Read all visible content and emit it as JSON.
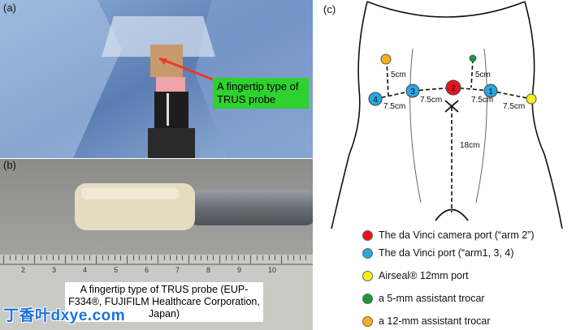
{
  "panels": {
    "a": {
      "label": "(a)",
      "callout": "A fingertip type of TRUS probe"
    },
    "b": {
      "label": "(b)",
      "caption": "A fingertip type of TRUS probe (EUP-F334®, FUJIFILM Healthcare Corporation, Japan)",
      "ruler_numbers": [
        "2",
        "3",
        "4",
        "5",
        "6",
        "7",
        "8",
        "9",
        "10"
      ]
    },
    "c": {
      "label": "(c)",
      "ports": [
        {
          "id": "4",
          "type": "da-vinci-port"
        },
        {
          "id": "3",
          "type": "da-vinci-port"
        },
        {
          "id": "2",
          "type": "camera-port"
        },
        {
          "id": "1",
          "type": "da-vinci-port"
        }
      ],
      "distances": {
        "port_4_to_3": "7.5cm",
        "port_3_to_2": "7.5cm",
        "port_2_to_1": "7.5cm",
        "port_1_to_airseal": "7.5cm",
        "trocar12_drop": "5cm",
        "trocar5_drop": "5cm",
        "camera_to_pubis": "18cm"
      }
    }
  },
  "legend": [
    {
      "label": "The da Vinci camera port (“arm 2”)",
      "color": "#e8141c"
    },
    {
      "label": "The da Vinci port (“arm1, 3, 4)",
      "color": "#2aa6e0"
    },
    {
      "label": "Airseal® 12mm port",
      "color": "#f4ef1e"
    },
    {
      "label": "a 5-mm assistant trocar",
      "color": "#1a9a3c"
    },
    {
      "label": "a 12-mm assistant trocar",
      "color": "#f2b01d"
    }
  ],
  "watermark": "丁香叶dxye.com"
}
